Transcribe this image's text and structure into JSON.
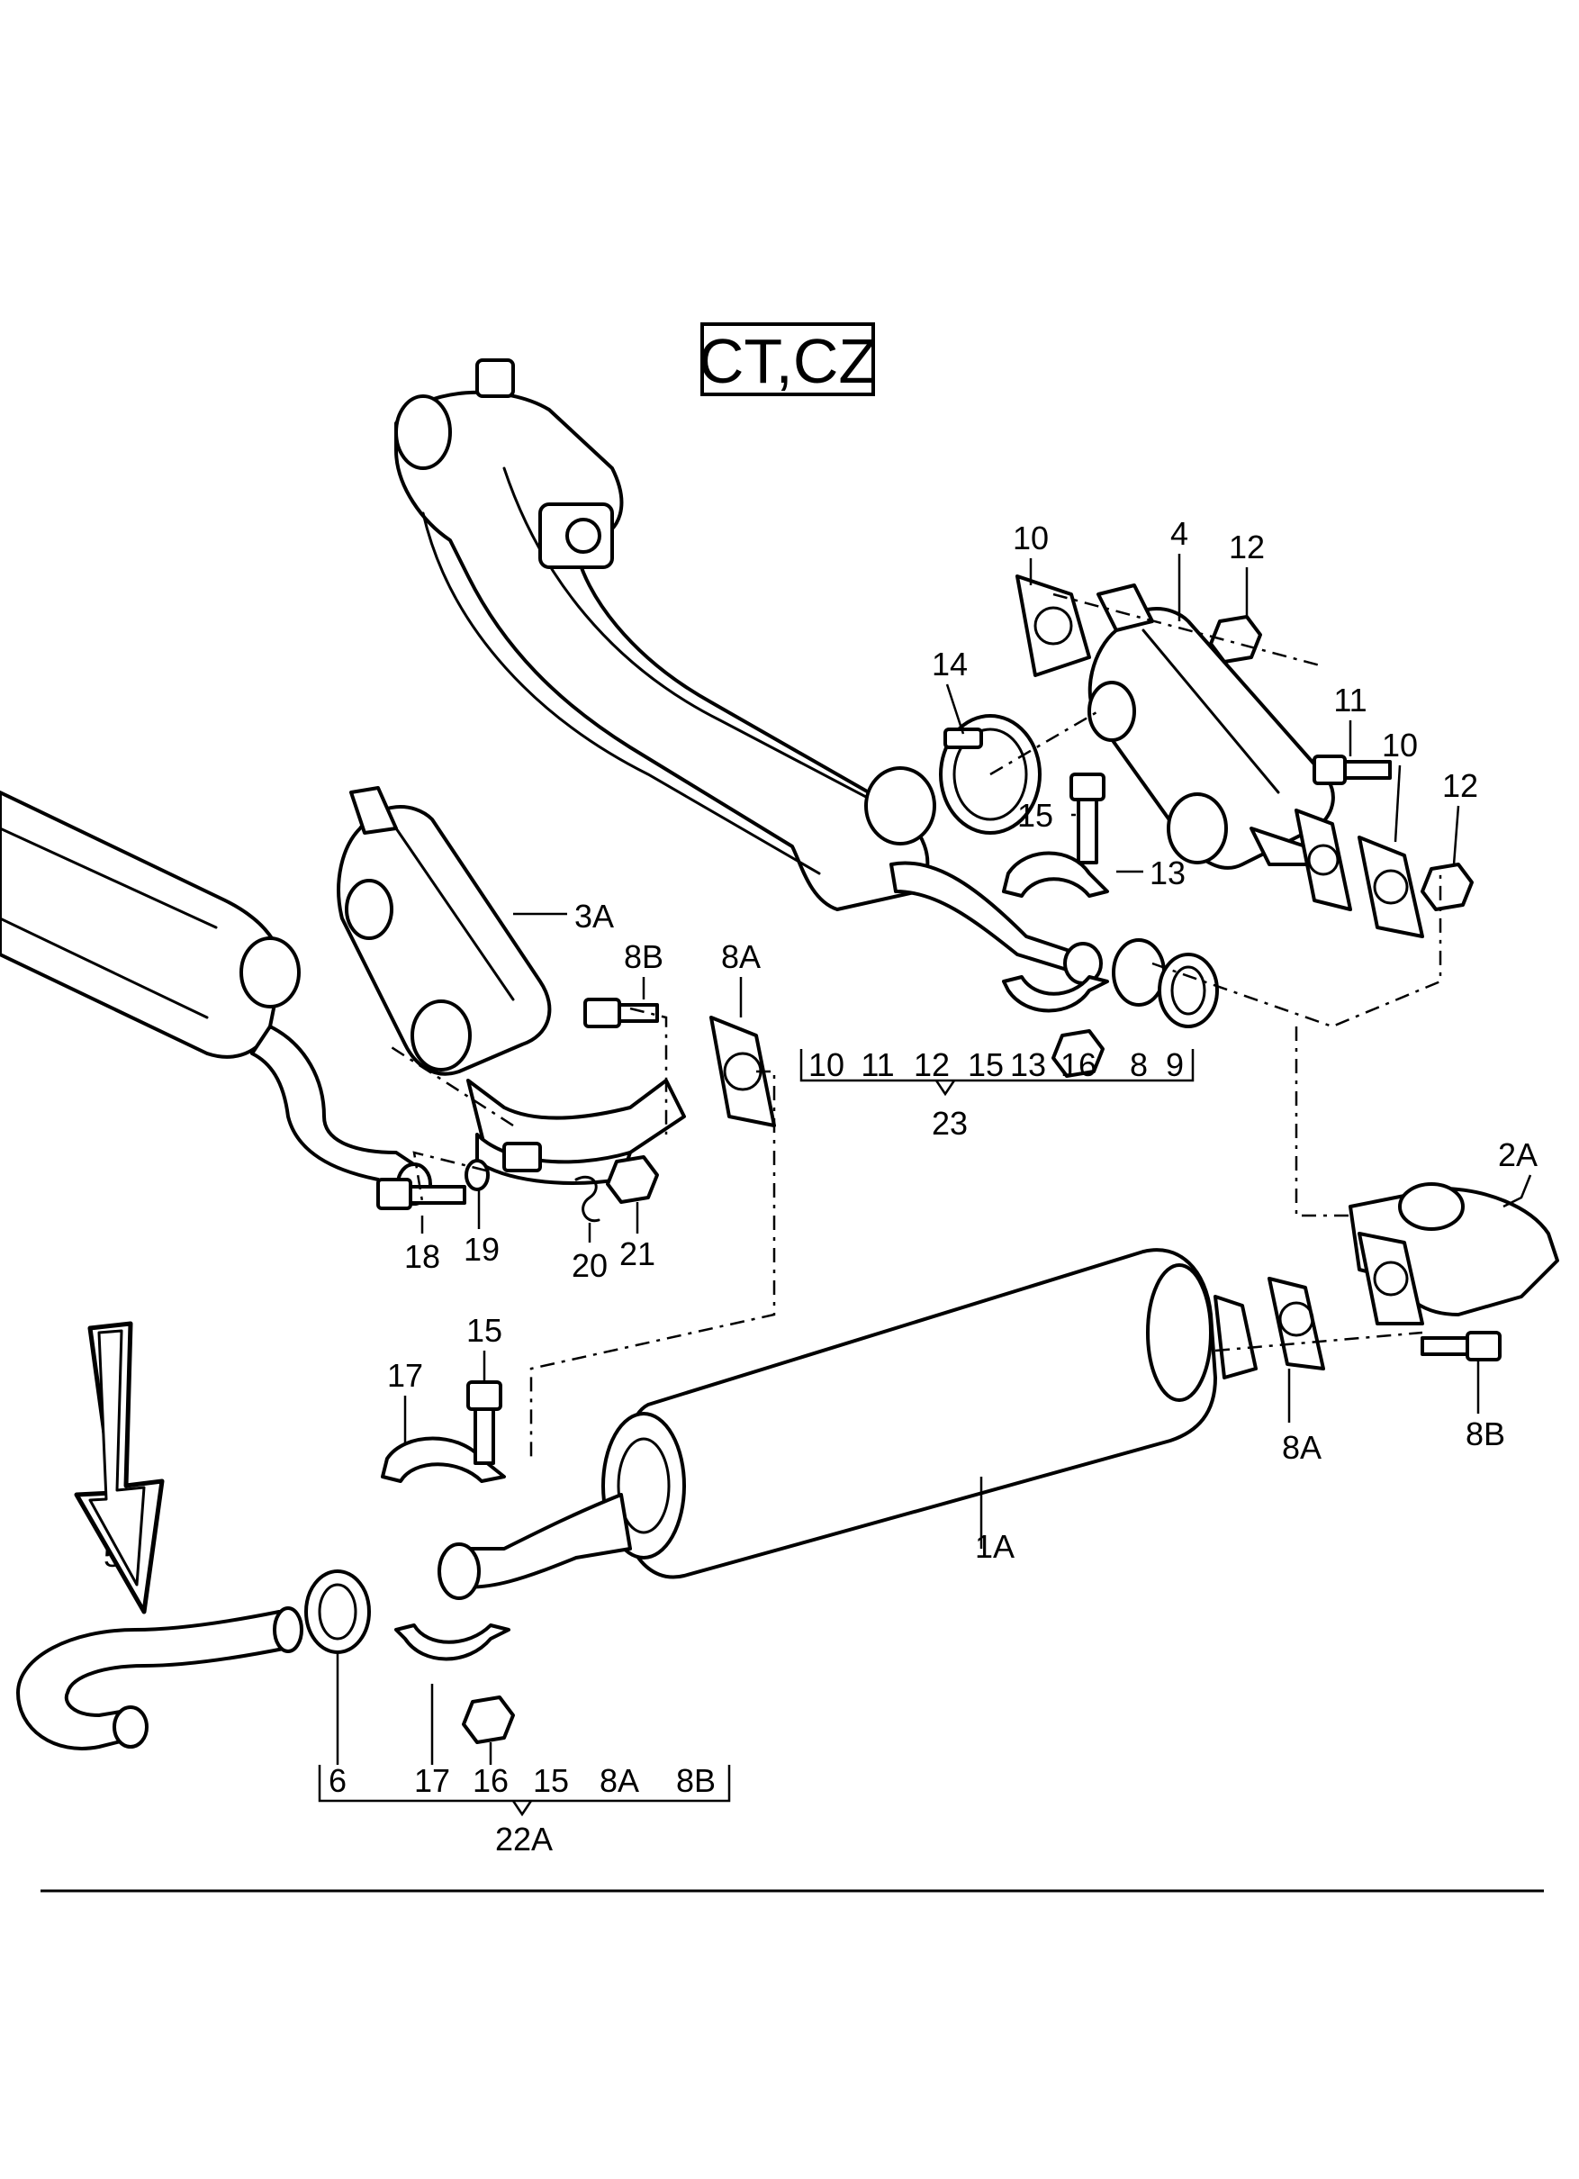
{
  "title": "CT,CZ",
  "parts": [
    {
      "key": "p10a",
      "label": "10"
    },
    {
      "key": "p4",
      "label": "4"
    },
    {
      "key": "p12a",
      "label": "12"
    },
    {
      "key": "p14",
      "label": "14"
    },
    {
      "key": "p11",
      "label": "11"
    },
    {
      "key": "p10b",
      "label": "10"
    },
    {
      "key": "p12b",
      "label": "12"
    },
    {
      "key": "p15a",
      "label": "15"
    },
    {
      "key": "p13a",
      "label": "13"
    },
    {
      "key": "p3a",
      "label": "3A"
    },
    {
      "key": "p8b",
      "label": "8B"
    },
    {
      "key": "p8a",
      "label": "8A"
    },
    {
      "key": "p18",
      "label": "18"
    },
    {
      "key": "p19",
      "label": "19"
    },
    {
      "key": "p20",
      "label": "20"
    },
    {
      "key": "p21",
      "label": "21"
    },
    {
      "key": "p2a",
      "label": "2A"
    },
    {
      "key": "p15b",
      "label": "15"
    },
    {
      "key": "p17a",
      "label": "17"
    },
    {
      "key": "p8a2",
      "label": "8A"
    },
    {
      "key": "p8b2",
      "label": "8B"
    },
    {
      "key": "p1a",
      "label": "1A"
    },
    {
      "key": "p5",
      "label": "5"
    }
  ],
  "kit23": {
    "items": [
      "10",
      "11",
      "12",
      "15",
      "13",
      "16",
      "8",
      "9"
    ],
    "total": "23"
  },
  "kit22a": {
    "items": [
      "6",
      "17",
      "16",
      "15",
      "8A",
      "8B"
    ],
    "total": "22A"
  }
}
